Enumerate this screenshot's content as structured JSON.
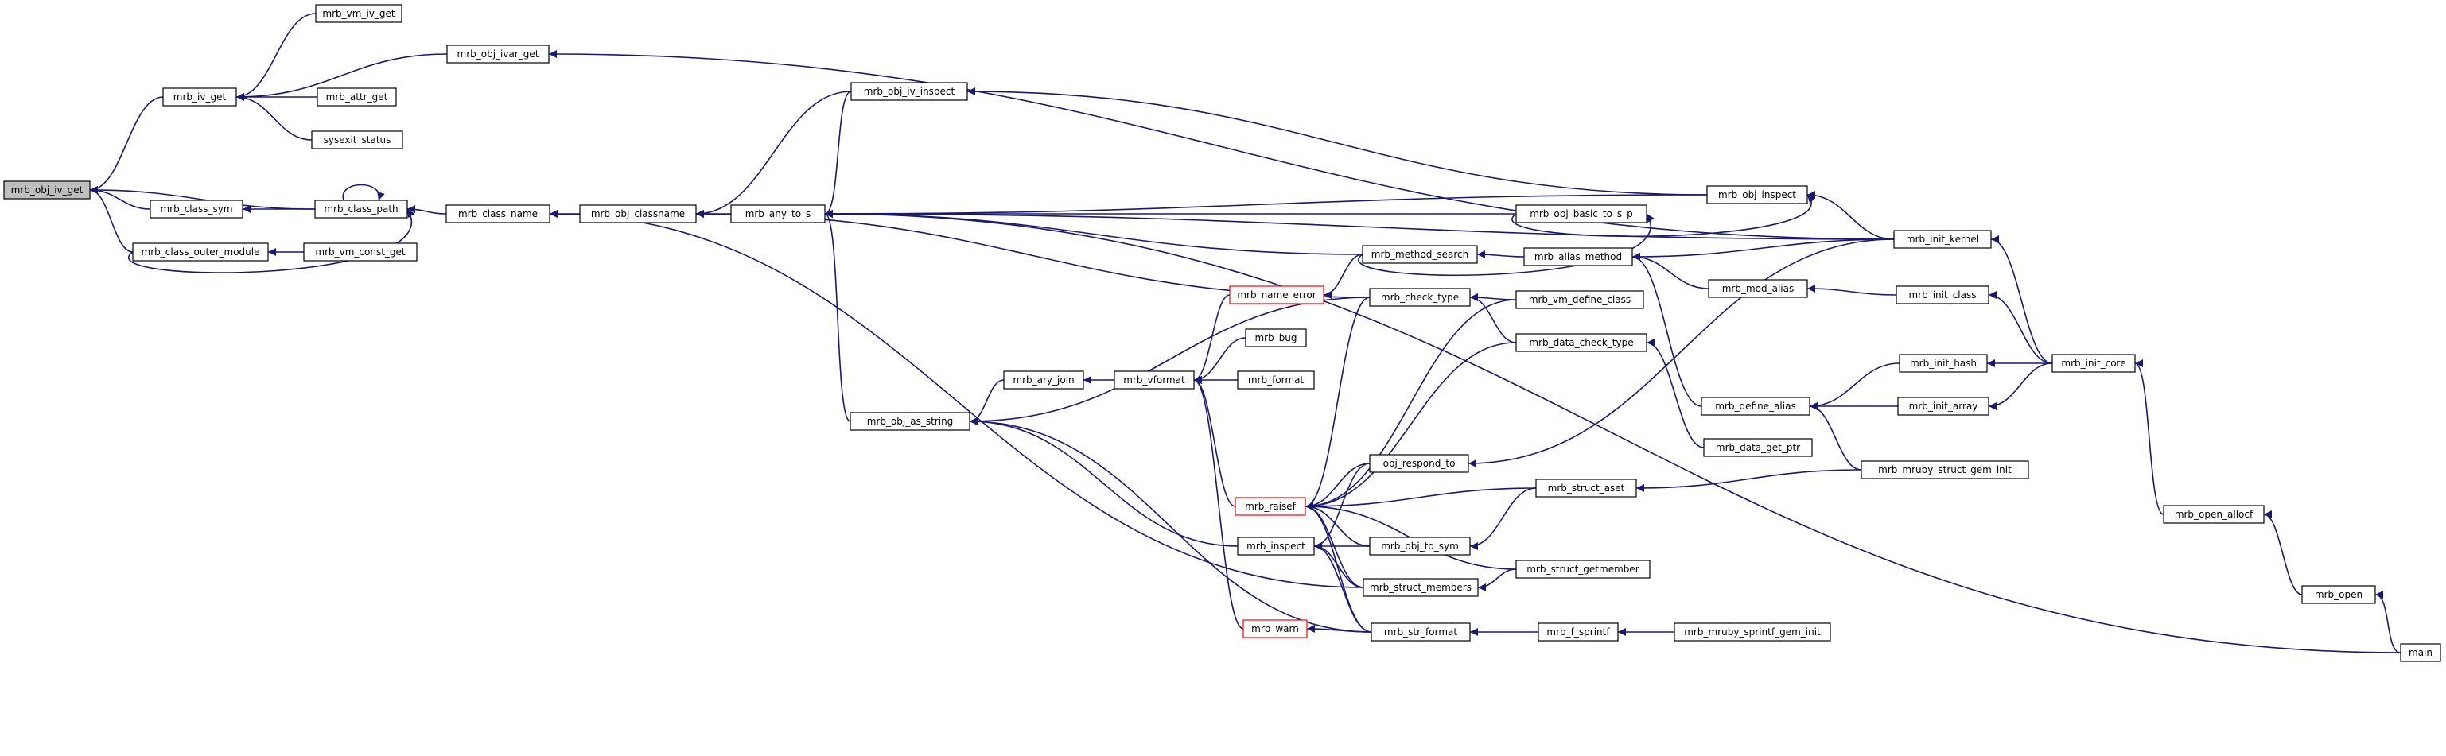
{
  "nodes": [
    {
      "id": "mrb_obj_iv_get",
      "label": "mrb_obj_iv_get",
      "style": "current"
    },
    {
      "id": "mrb_vm_iv_get",
      "label": "mrb_vm_iv_get"
    },
    {
      "id": "mrb_iv_get",
      "label": "mrb_iv_get"
    },
    {
      "id": "mrb_obj_ivar_get",
      "label": "mrb_obj_ivar_get"
    },
    {
      "id": "mrb_attr_get",
      "label": "mrb_attr_get"
    },
    {
      "id": "sysexit_status",
      "label": "sysexit_status"
    },
    {
      "id": "mrb_class_sym",
      "label": "mrb_class_sym"
    },
    {
      "id": "mrb_class_path",
      "label": "mrb_class_path"
    },
    {
      "id": "mrb_class_outer_module",
      "label": "mrb_class_outer_module"
    },
    {
      "id": "mrb_vm_const_get",
      "label": "mrb_vm_const_get"
    },
    {
      "id": "mrb_class_name",
      "label": "mrb_class_name"
    },
    {
      "id": "mrb_obj_classname",
      "label": "mrb_obj_classname"
    },
    {
      "id": "mrb_any_to_s",
      "label": "mrb_any_to_s"
    },
    {
      "id": "mrb_obj_iv_inspect",
      "label": "mrb_obj_iv_inspect"
    },
    {
      "id": "mrb_obj_inspect",
      "label": "mrb_obj_inspect"
    },
    {
      "id": "mrb_obj_basic_to_s_p",
      "label": "mrb_obj_basic_to_s_p"
    },
    {
      "id": "mrb_method_search",
      "label": "mrb_method_search"
    },
    {
      "id": "mrb_alias_method",
      "label": "mrb_alias_method"
    },
    {
      "id": "mrb_init_kernel",
      "label": "mrb_init_kernel"
    },
    {
      "id": "mrb_name_error",
      "label": "mrb_name_error",
      "style": "red"
    },
    {
      "id": "mrb_check_type",
      "label": "mrb_check_type"
    },
    {
      "id": "mrb_vm_define_class",
      "label": "mrb_vm_define_class"
    },
    {
      "id": "mrb_mod_alias",
      "label": "mrb_mod_alias"
    },
    {
      "id": "mrb_init_class",
      "label": "mrb_init_class"
    },
    {
      "id": "mrb_bug",
      "label": "mrb_bug"
    },
    {
      "id": "mrb_data_check_type",
      "label": "mrb_data_check_type"
    },
    {
      "id": "mrb_ary_join",
      "label": "mrb_ary_join"
    },
    {
      "id": "mrb_vformat",
      "label": "mrb_vformat"
    },
    {
      "id": "mrb_format",
      "label": "mrb_format"
    },
    {
      "id": "mrb_init_hash",
      "label": "mrb_init_hash"
    },
    {
      "id": "mrb_init_core",
      "label": "mrb_init_core"
    },
    {
      "id": "mrb_define_alias",
      "label": "mrb_define_alias"
    },
    {
      "id": "mrb_init_array",
      "label": "mrb_init_array"
    },
    {
      "id": "mrb_obj_as_string",
      "label": "mrb_obj_as_string"
    },
    {
      "id": "mrb_data_get_ptr",
      "label": "mrb_data_get_ptr"
    },
    {
      "id": "obj_respond_to",
      "label": "obj_respond_to"
    },
    {
      "id": "mrb_mruby_struct_gem_init",
      "label": "mrb_mruby_struct_gem_init"
    },
    {
      "id": "mrb_struct_aset",
      "label": "mrb_struct_aset"
    },
    {
      "id": "mrb_raisef",
      "label": "mrb_raisef",
      "style": "red"
    },
    {
      "id": "mrb_open_allocf",
      "label": "mrb_open_allocf"
    },
    {
      "id": "mrb_inspect",
      "label": "mrb_inspect"
    },
    {
      "id": "mrb_obj_to_sym",
      "label": "mrb_obj_to_sym"
    },
    {
      "id": "mrb_struct_getmember",
      "label": "mrb_struct_getmember"
    },
    {
      "id": "mrb_struct_members",
      "label": "mrb_struct_members"
    },
    {
      "id": "mrb_open",
      "label": "mrb_open"
    },
    {
      "id": "mrb_warn",
      "label": "mrb_warn",
      "style": "red"
    },
    {
      "id": "mrb_str_format",
      "label": "mrb_str_format"
    },
    {
      "id": "mrb_f_sprintf",
      "label": "mrb_f_sprintf"
    },
    {
      "id": "mrb_mruby_sprintf_gem_init",
      "label": "mrb_mruby_sprintf_gem_init"
    },
    {
      "id": "main",
      "label": "main"
    }
  ],
  "edges": [
    [
      "mrb_iv_get",
      "mrb_obj_iv_get"
    ],
    [
      "mrb_class_sym",
      "mrb_obj_iv_get"
    ],
    [
      "mrb_class_path",
      "mrb_obj_iv_get"
    ],
    [
      "mrb_class_outer_module",
      "mrb_obj_iv_get"
    ],
    [
      "mrb_vm_iv_get",
      "mrb_iv_get"
    ],
    [
      "mrb_obj_ivar_get",
      "mrb_iv_get"
    ],
    [
      "mrb_attr_get",
      "mrb_iv_get"
    ],
    [
      "sysexit_status",
      "mrb_iv_get"
    ],
    [
      "mrb_class_path",
      "mrb_class_sym"
    ],
    [
      "mrb_class_path",
      "mrb_class_path"
    ],
    [
      "mrb_class_outer_module",
      "mrb_class_path"
    ],
    [
      "mrb_vm_const_get",
      "mrb_class_outer_module"
    ],
    [
      "mrb_class_name",
      "mrb_class_path"
    ],
    [
      "mrb_obj_classname",
      "mrb_class_name"
    ],
    [
      "mrb_any_to_s",
      "mrb_obj_classname"
    ],
    [
      "mrb_obj_iv_inspect",
      "mrb_obj_classname"
    ],
    [
      "mrb_obj_iv_inspect",
      "mrb_any_to_s"
    ],
    [
      "mrb_obj_inspect",
      "mrb_any_to_s"
    ],
    [
      "mrb_obj_basic_to_s_p",
      "mrb_any_to_s"
    ],
    [
      "mrb_method_search",
      "mrb_any_to_s"
    ],
    [
      "mrb_obj_as_string",
      "mrb_any_to_s"
    ],
    [
      "mrb_init_kernel",
      "mrb_any_to_s"
    ],
    [
      "main",
      "mrb_any_to_s"
    ],
    [
      "mrb_obj_inspect",
      "mrb_obj_iv_inspect"
    ],
    [
      "mrb_init_kernel",
      "mrb_obj_ivar_get"
    ],
    [
      "mrb_obj_basic_to_s_p",
      "mrb_obj_inspect"
    ],
    [
      "mrb_init_kernel",
      "mrb_obj_inspect"
    ],
    [
      "mrb_method_search",
      "mrb_obj_basic_to_s_p"
    ],
    [
      "mrb_alias_method",
      "mrb_method_search"
    ],
    [
      "mrb_init_kernel",
      "mrb_alias_method"
    ],
    [
      "mrb_mod_alias",
      "mrb_alias_method"
    ],
    [
      "mrb_define_alias",
      "mrb_alias_method"
    ],
    [
      "mrb_init_core",
      "mrb_init_kernel"
    ],
    [
      "mrb_init_class",
      "mrb_mod_alias"
    ],
    [
      "mrb_init_core",
      "mrb_init_class"
    ],
    [
      "mrb_method_search",
      "mrb_name_error"
    ],
    [
      "mrb_name_error",
      "mrb_vformat"
    ],
    [
      "mrb_check_type",
      "mrb_obj_classname"
    ],
    [
      "mrb_vm_define_class",
      "mrb_check_type"
    ],
    [
      "mrb_data_check_type",
      "mrb_check_type"
    ],
    [
      "mrb_data_get_ptr",
      "mrb_data_check_type"
    ],
    [
      "mrb_bug",
      "mrb_vformat"
    ],
    [
      "mrb_format",
      "mrb_vformat"
    ],
    [
      "mrb_raisef",
      "mrb_vformat"
    ],
    [
      "mrb_warn",
      "mrb_vformat"
    ],
    [
      "mrb_vformat",
      "mrb_ary_join"
    ],
    [
      "mrb_ary_join",
      "mrb_obj_as_string"
    ],
    [
      "mrb_check_type",
      "mrb_obj_as_string"
    ],
    [
      "mrb_inspect",
      "mrb_obj_as_string"
    ],
    [
      "mrb_str_format",
      "mrb_obj_as_string"
    ],
    [
      "mrb_init_hash",
      "mrb_define_alias"
    ],
    [
      "mrb_init_array",
      "mrb_define_alias"
    ],
    [
      "mrb_mruby_struct_gem_init",
      "mrb_define_alias"
    ],
    [
      "mrb_init_core",
      "mrb_init_hash"
    ],
    [
      "mrb_init_core",
      "mrb_init_array"
    ],
    [
      "mrb_open_allocf",
      "mrb_init_core"
    ],
    [
      "mrb_open",
      "mrb_open_allocf"
    ],
    [
      "main",
      "mrb_open"
    ],
    [
      "mrb_check_type",
      "mrb_raisef"
    ],
    [
      "mrb_vm_define_class",
      "mrb_raisef"
    ],
    [
      "mrb_data_check_type",
      "mrb_raisef"
    ],
    [
      "obj_respond_to",
      "mrb_raisef"
    ],
    [
      "mrb_struct_aset",
      "mrb_raisef"
    ],
    [
      "mrb_obj_to_sym",
      "mrb_raisef"
    ],
    [
      "mrb_struct_getmember",
      "mrb_raisef"
    ],
    [
      "mrb_struct_members",
      "mrb_raisef"
    ],
    [
      "mrb_str_format",
      "mrb_raisef"
    ],
    [
      "mrb_init_kernel",
      "obj_respond_to"
    ],
    [
      "mrb_mruby_struct_gem_init",
      "mrb_struct_aset"
    ],
    [
      "obj_respond_to",
      "mrb_inspect"
    ],
    [
      "mrb_obj_to_sym",
      "mrb_inspect"
    ],
    [
      "mrb_struct_members",
      "mrb_inspect"
    ],
    [
      "mrb_str_format",
      "mrb_inspect"
    ],
    [
      "mrb_struct_aset",
      "mrb_obj_to_sym"
    ],
    [
      "mrb_struct_getmember",
      "mrb_struct_members"
    ],
    [
      "mrb_struct_members",
      "mrb_class_name"
    ],
    [
      "mrb_str_format",
      "mrb_warn"
    ],
    [
      "mrb_f_sprintf",
      "mrb_str_format"
    ],
    [
      "mrb_mruby_sprintf_gem_init",
      "mrb_f_sprintf"
    ]
  ]
}
